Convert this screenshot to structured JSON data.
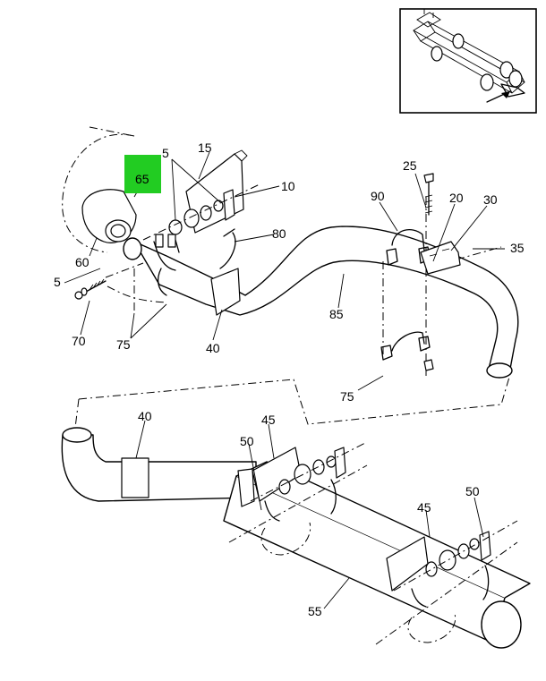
{
  "diagram": {
    "highlight_color": "#22cc22",
    "highlighted_callout": "65",
    "callouts": {
      "c5a": "5",
      "c15": "15",
      "c65": "65",
      "c10": "10",
      "c80": "80",
      "c60": "60",
      "c5b": "5",
      "c70": "70",
      "c75a": "75",
      "c40a": "40",
      "c85": "85",
      "c25": "25",
      "c90": "90",
      "c20": "20",
      "c30": "30",
      "c35": "35",
      "c75b": "75",
      "c40b": "40",
      "c45a": "45",
      "c50a": "50",
      "c45b": "45",
      "c50b": "50",
      "c55": "55"
    }
  }
}
